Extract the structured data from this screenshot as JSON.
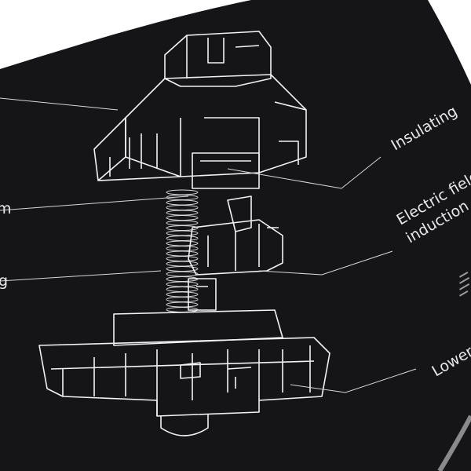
{
  "labels": {
    "insulating": "Insulating",
    "electric_field": "Electric field",
    "induction": "induction",
    "left_stem": "m",
    "left_spring": "g",
    "lower": "Lower"
  },
  "colors": {
    "mat": "#151417",
    "line": "#f2f2f4",
    "background": "#ffffff",
    "stitch": "#8a8a8c"
  }
}
